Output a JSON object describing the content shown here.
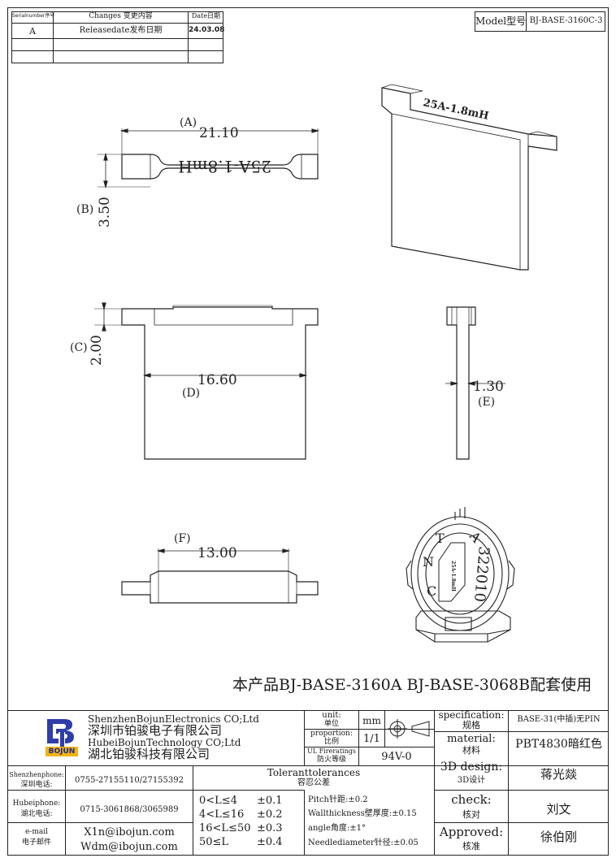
{
  "revision_table": {
    "header": {
      "serial": "Serialnumber序号",
      "changes": "Changes 变更内容",
      "date": "Date日期"
    },
    "rows": [
      {
        "serial": "A",
        "changes": "Releasedate发布日期",
        "date": "24.03.08"
      }
    ]
  },
  "model": {
    "label": "Model型号",
    "value": "BJ-BASE-3160C-3"
  },
  "views": {
    "top": {
      "label_a": "(A)",
      "dim_a": "21.10",
      "label_b": "(B)",
      "dim_b": "3.50",
      "marking": "25A-1.8mH"
    },
    "iso_marking": "25A-1.8mH",
    "front": {
      "label_c": "(C)",
      "dim_c": "2.00",
      "label_d": "(D)",
      "dim_d": "16.60"
    },
    "side": {
      "label_e": "(E)",
      "dim_e": "1.30"
    },
    "bottom": {
      "label_f": "(F)",
      "dim_f": "13.00"
    },
    "assembly_marks": {
      "c": "C",
      "n": "N",
      "t": "T",
      "a": "A",
      "code": "322010",
      "small": "25A-1.8mH"
    }
  },
  "note": "本产品BJ-BASE-3160A BJ-BASE-3068B配套使用",
  "title_block": {
    "logo_text": "BOJUN",
    "company": {
      "en1": "ShenzhenBojunElectronics CO;Ltd",
      "cn1": "深圳市铂骏电子有限公司",
      "en2": "HubeiBojunTechnology CO;Ltd",
      "cn2": "湖北铂骏科技有限公司"
    },
    "unit": {
      "label_en": "unit:",
      "label_cn": "单位",
      "value": "mm"
    },
    "proportion": {
      "label_en": "proportion:",
      "label_cn": "比例",
      "value": "1/1"
    },
    "ul": {
      "label_en": "UL Fireratings",
      "label_cn": "防火等级",
      "value": "94V-0"
    },
    "specification": {
      "label_en": "specification:",
      "label_cn": "规格",
      "value": "BASE-31(中插)无PIN"
    },
    "material": {
      "label_en": "material:",
      "label_cn": "材料",
      "value": "PBT4830暗红色"
    },
    "design": {
      "label_en": "3D design:",
      "label_cn": "3D设计",
      "value": "蒋光燚"
    },
    "check": {
      "label_en": "check:",
      "label_cn": "核对",
      "value": "刘文"
    },
    "approved": {
      "label_en": "Approved:",
      "label_cn": "核准",
      "value": "徐伯刚"
    },
    "contacts": [
      {
        "label_en": "Shenzhenphone:",
        "label_cn": "深圳电话:",
        "value": "0755-27155110/27155392"
      },
      {
        "label_en": "Hubeiphone:",
        "label_cn": "湖北电话:",
        "value": "0715-3061868/3065989"
      },
      {
        "label_en": "e-mail",
        "label_cn": "电子邮件",
        "value1": "X1n@ibojun.com",
        "value2": "Wdm@ibojun.com"
      }
    ],
    "tolerances": {
      "title_en": "Toleranttolerances",
      "title_cn": "容忍公差",
      "ranges": [
        {
          "range": "0<L≤4",
          "tol": "±0.1"
        },
        {
          "range": "4<L≤16",
          "tol": "±0.2"
        },
        {
          "range": "16<L≤50",
          "tol": "±0.3"
        },
        {
          "range": "50≤L",
          "tol": "±0.4"
        }
      ],
      "notes": [
        "Pitch针距:±0.2",
        "Wallthickness壁厚度:±0.15",
        "angle角度:±1°",
        "Needlediameter针径:±0.05"
      ]
    }
  }
}
